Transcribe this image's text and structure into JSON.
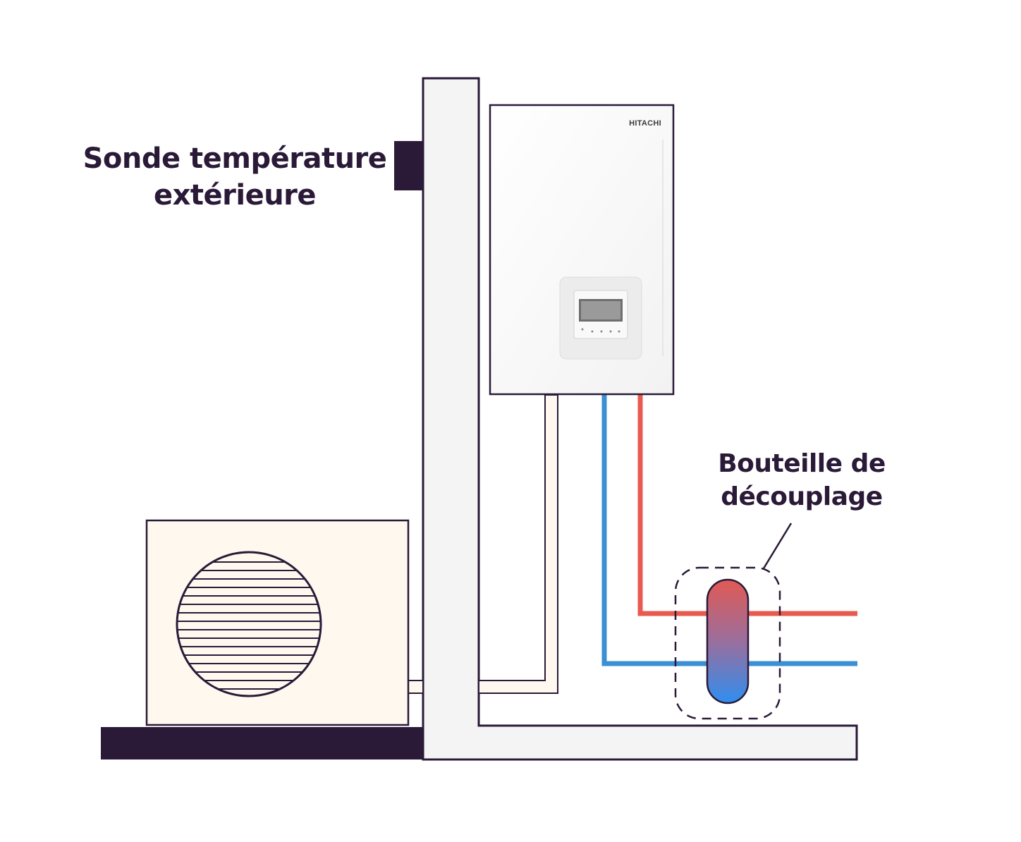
{
  "labels": {
    "sensor_line1": "Sonde température",
    "sensor_line2": "extérieure",
    "bottle_line1": "Bouteille de",
    "bottle_line2": "découplage",
    "brand": "HITACHI"
  },
  "colors": {
    "outline": "#2a1a38",
    "dark_fill": "#2a1a38",
    "wall_fill": "#f4f4f5",
    "outdoor_unit_fill": "#fff8ef",
    "indoor_unit_fill": "#ffffff",
    "hot_pipe": "#e85a4f",
    "cold_pipe": "#3b8fd4",
    "bottle_top": "#e15a55",
    "bottle_bottom": "#2f8ef0"
  },
  "icons": {
    "outdoor_unit_fan": "fan-grille-icon",
    "controller": "thermostat-controller-icon"
  }
}
